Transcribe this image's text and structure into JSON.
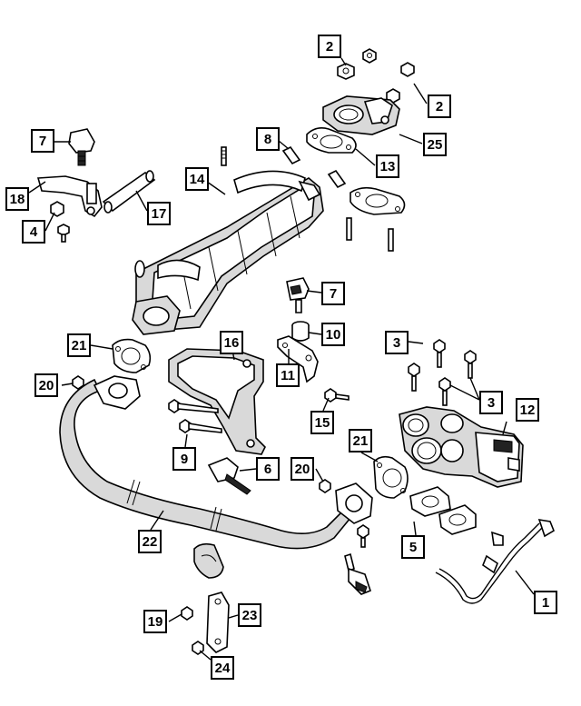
{
  "diagram": {
    "callouts": [
      {
        "id": "c2a",
        "label": "2"
      },
      {
        "id": "c2b",
        "label": "2"
      },
      {
        "id": "c25",
        "label": "25"
      },
      {
        "id": "c13",
        "label": "13"
      },
      {
        "id": "c8",
        "label": "8"
      },
      {
        "id": "c7a",
        "label": "7"
      },
      {
        "id": "c14",
        "label": "14"
      },
      {
        "id": "c18",
        "label": "18"
      },
      {
        "id": "c17",
        "label": "17"
      },
      {
        "id": "c4",
        "label": "4"
      },
      {
        "id": "c7b",
        "label": "7"
      },
      {
        "id": "c10",
        "label": "10"
      },
      {
        "id": "c3a",
        "label": "3"
      },
      {
        "id": "c3b",
        "label": "3"
      },
      {
        "id": "c12",
        "label": "12"
      },
      {
        "id": "c21a",
        "label": "21"
      },
      {
        "id": "c16",
        "label": "16"
      },
      {
        "id": "c11",
        "label": "11"
      },
      {
        "id": "c20a",
        "label": "20"
      },
      {
        "id": "c15",
        "label": "15"
      },
      {
        "id": "c21b",
        "label": "21"
      },
      {
        "id": "c9",
        "label": "9"
      },
      {
        "id": "c6",
        "label": "6"
      },
      {
        "id": "c20b",
        "label": "20"
      },
      {
        "id": "c5",
        "label": "5"
      },
      {
        "id": "c22",
        "label": "22"
      },
      {
        "id": "c1",
        "label": "1"
      },
      {
        "id": "c19",
        "label": "19"
      },
      {
        "id": "c23",
        "label": "23"
      },
      {
        "id": "c24",
        "label": "24"
      }
    ]
  }
}
